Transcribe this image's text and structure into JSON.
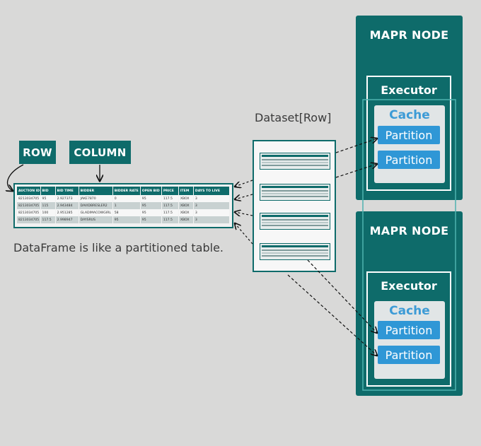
{
  "labels": {
    "row": "ROW",
    "column": "COLUMN"
  },
  "dataframe": {
    "headers": [
      "AUCTION ID",
      "BID",
      "BID TIME",
      "BIDDER",
      "BIDDER RATE",
      "OPEN BID",
      "PRICE",
      "ITEM",
      "DAYS TO LIVE"
    ],
    "rows": [
      [
        "8213034705",
        "95",
        "2.927373",
        "JAKE7870",
        "0",
        "95",
        "117.5",
        "XBOX",
        "3"
      ],
      [
        "8213034705",
        "115",
        "2.943484",
        "DAVIDBRESLER2",
        "1",
        "95",
        "117.5",
        "XBOX",
        "3"
      ],
      [
        "8213034705",
        "100",
        "2.951285",
        "GLADIMACOWGIRL",
        "58",
        "95",
        "117.5",
        "XBOX",
        "3"
      ],
      [
        "8213034705",
        "117.5",
        "2.998947",
        "DAYSRUS",
        "95",
        "95",
        "117.5",
        "XBOX",
        "3"
      ]
    ],
    "caption": "DataFrame is like a partitioned table."
  },
  "dataset": {
    "title": "Dataset[Row]"
  },
  "nodes": [
    {
      "title": "MAPR NODE",
      "executor": "Executor",
      "cache": "Cache",
      "partitions": [
        "Partition",
        "Partition"
      ]
    },
    {
      "title": "MAPR NODE",
      "executor": "Executor",
      "cache": "Cache",
      "partitions": [
        "Partition",
        "Partition"
      ]
    }
  ],
  "colors": {
    "teal": "#0e6b6a",
    "partition": "#2f97d6",
    "cache_text": "#3d9bd6",
    "background": "#d9d9d8"
  }
}
